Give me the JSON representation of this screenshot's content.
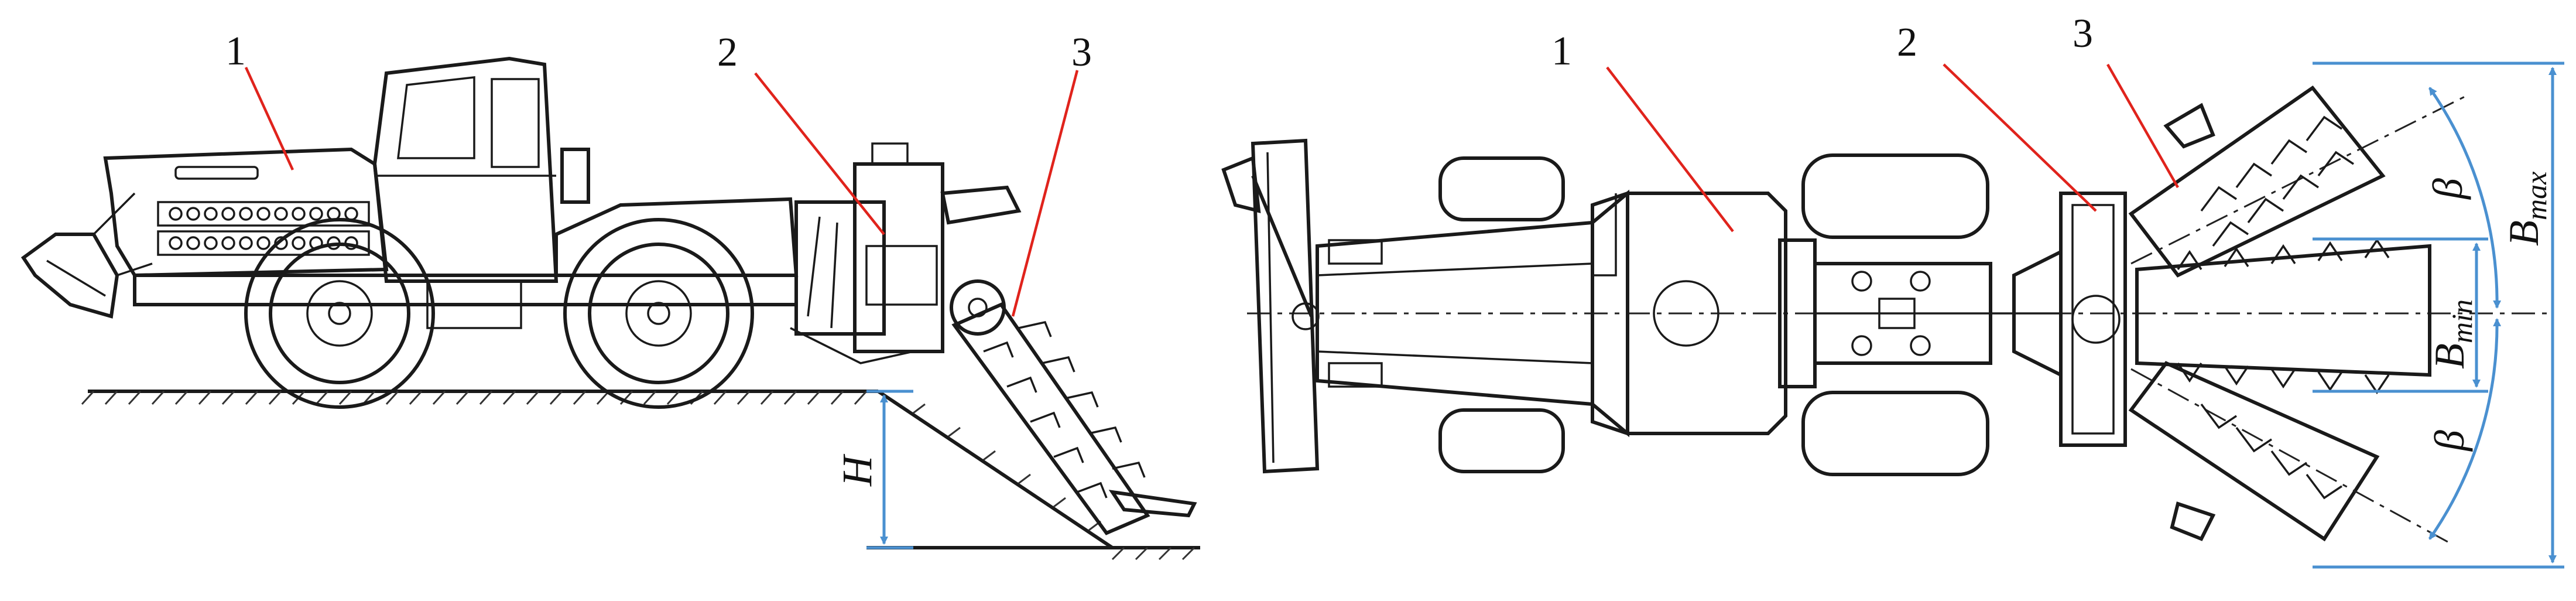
{
  "figure": {
    "side_view": {
      "labels": [
        "1",
        "2",
        "3"
      ],
      "dimension_height": "H"
    },
    "top_view": {
      "labels": [
        "1",
        "2",
        "3"
      ],
      "dimension_min_width": {
        "base": "B",
        "sub": "min"
      },
      "dimension_max_width": {
        "base": "B",
        "sub": "max"
      },
      "angle_label": "β"
    },
    "colors": {
      "line_art": "#1a1a1a",
      "leader_lines": "#e0231c",
      "dimension_lines": "#4a90d0",
      "background": "#ffffff"
    }
  }
}
